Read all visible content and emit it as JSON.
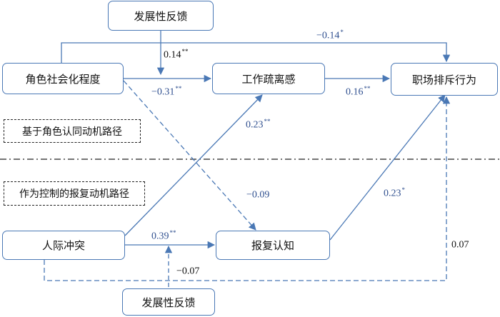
{
  "nodes": {
    "feedback_top": "发展性反馈",
    "socialization": "角色社会化程度",
    "alienation": "工作疏离感",
    "exclusion": "职场排斥行为",
    "conflict": "人际冲突",
    "revenge": "报复认知",
    "feedback_bottom": "发展性反馈"
  },
  "path_tags": {
    "role_identity": "基于角色认同动机路径",
    "revenge_control": "作为控制的报复动机路径"
  },
  "coefficients": {
    "soc_to_excl": {
      "value": "−0.14",
      "stars": "*"
    },
    "fb_moderation_top": {
      "value": "0.14",
      "stars": "**"
    },
    "soc_to_alien": {
      "value": "−0.31",
      "stars": "**"
    },
    "alien_to_excl": {
      "value": "0.16",
      "stars": "**"
    },
    "conflict_to_alien": {
      "value": "0.23",
      "stars": "**"
    },
    "soc_to_revenge": {
      "value": "−0.09",
      "stars": ""
    },
    "revenge_to_excl": {
      "value": "0.23",
      "stars": "*"
    },
    "conflict_to_revenge": {
      "value": "0.39",
      "stars": "**"
    },
    "fb_moderation_bottom": {
      "value": "−0.07",
      "stars": ""
    },
    "conflict_to_excl": {
      "value": "0.07",
      "stars": ""
    }
  },
  "colors": {
    "arrow": "#4a78b5",
    "label_blue": "#2f4f8f",
    "label_black": "#111111",
    "divider": "#222222"
  }
}
